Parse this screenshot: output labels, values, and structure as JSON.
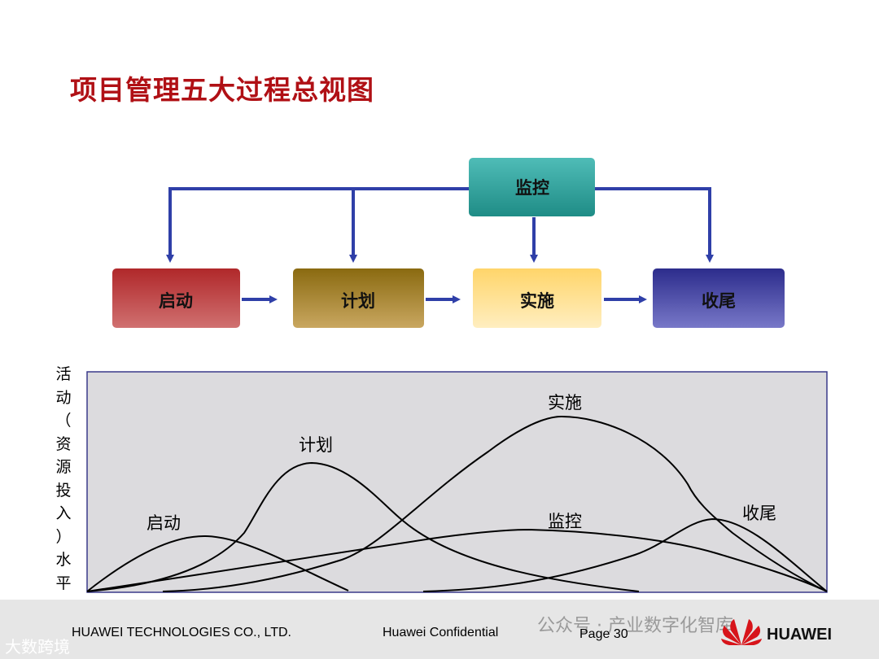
{
  "title": "项目管理五大过程总视图",
  "flow": {
    "top_box": "监控",
    "process_boxes": [
      "启动",
      "计划",
      "实施",
      "收尾"
    ]
  },
  "chart": {
    "y_axis_label": [
      "活",
      "动",
      "（",
      "资",
      "源",
      "投",
      "入",
      "）",
      "水",
      "平"
    ],
    "curve_labels": {
      "start": "启动",
      "plan": "计划",
      "execute": "实施",
      "monitor": "监控",
      "close": "收尾"
    }
  },
  "footer": {
    "company": "HUAWEI TECHNOLOGIES CO., LTD.",
    "confidential": "Huawei Confidential",
    "page": "Page 30",
    "watermark_top": "公众号 · 产业数字化智库",
    "watermark_bottom": "大数跨境",
    "logo_text": "HUAWEI"
  },
  "colors": {
    "title": "#b01015",
    "arrow": "#2f3fa8",
    "chart_bg": "#dcdbde",
    "chart_border": "#3a3a8a"
  }
}
